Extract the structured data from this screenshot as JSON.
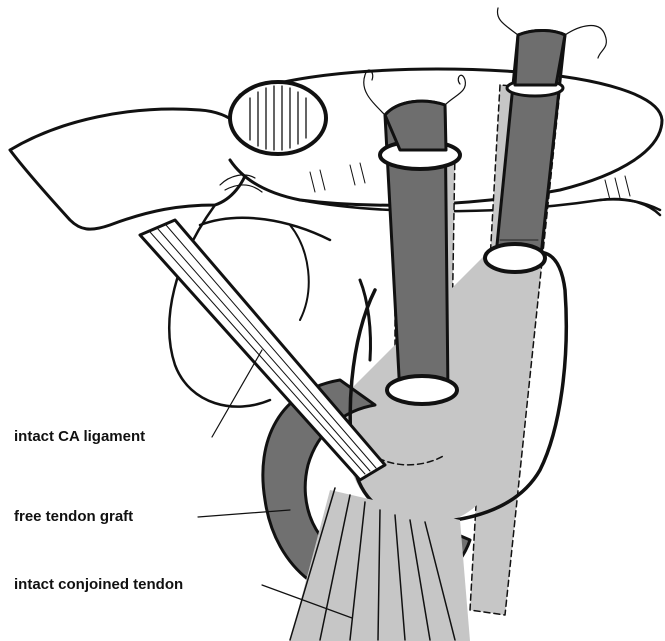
{
  "labels": {
    "ca_ligament": "intact CA ligament",
    "tendon_graft": "free tendon graft",
    "conjoined_tendon": "intact conjoined tendon"
  },
  "colors": {
    "outline": "#111111",
    "dark_tendon": "#6e6e6e",
    "light_tunnel": "#c6c6c6",
    "ring_dark": "#707070",
    "background": "#ffffff"
  }
}
